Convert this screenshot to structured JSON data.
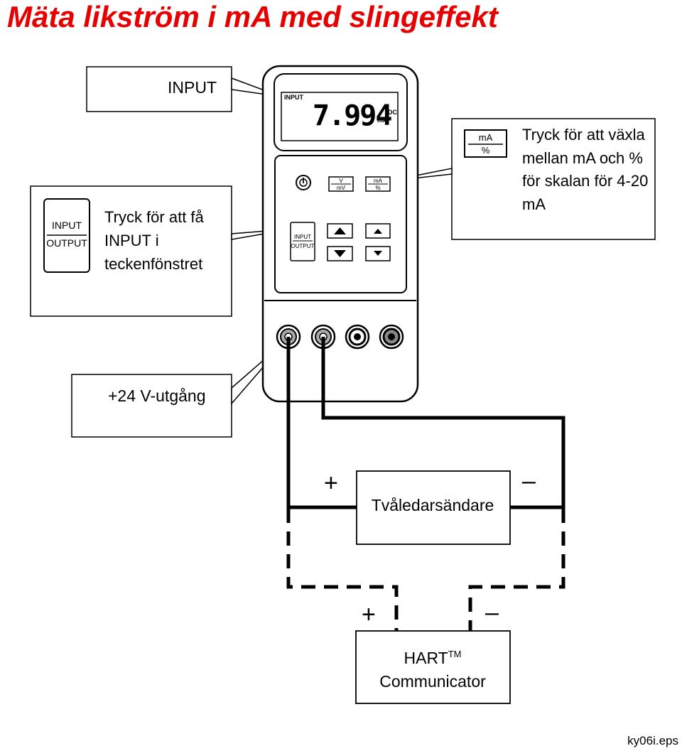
{
  "title": "Mäta likström i mA med slingeffekt",
  "callouts": {
    "input_display": "INPUT",
    "input_output_help": "Tryck för att få INPUT i teckenfönstret",
    "ma_percent_help": "Tryck för att växla mellan mA och % för skalan för 4-20 mA",
    "loop_power": "+24 V-utgång"
  },
  "key_legends": {
    "input": "INPUT",
    "output": "OUTPUT",
    "ma": "mA",
    "percent": "%",
    "v": "V",
    "mv": "mV"
  },
  "display": {
    "mode": "INPUT",
    "value": "7.994",
    "unit": "mA",
    "current_type": "DC"
  },
  "transmitter": {
    "label": "Tvåledarsändare",
    "plus": "+",
    "minus": "–"
  },
  "communicator": {
    "name": "HART",
    "trademark": "TM",
    "label": "Communicator",
    "plus": "+",
    "minus": "–"
  },
  "file_id": "ky06i.eps"
}
